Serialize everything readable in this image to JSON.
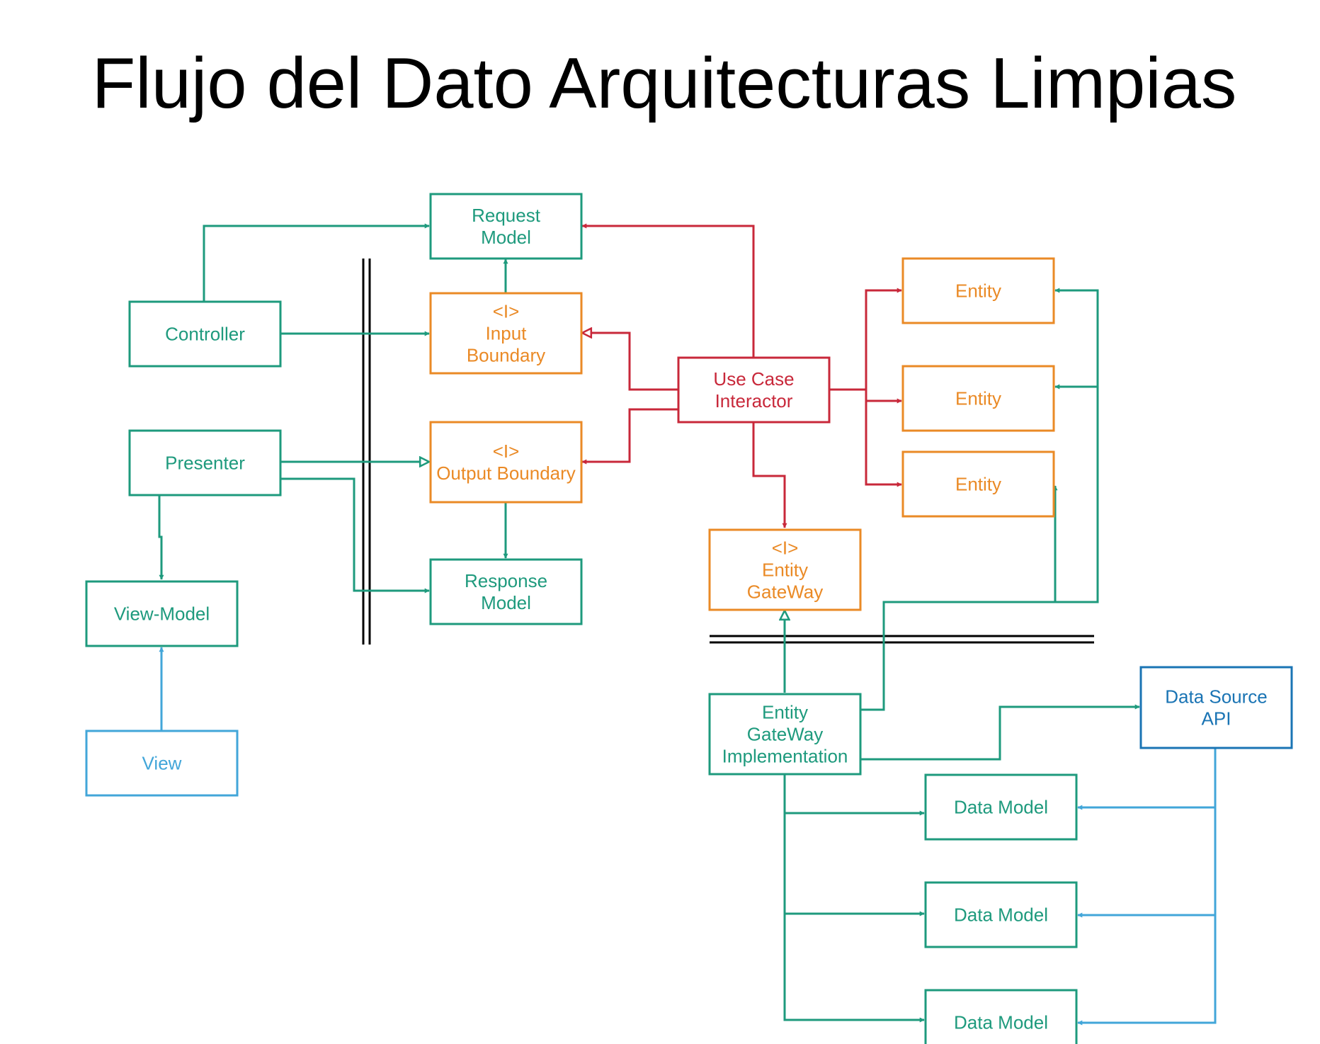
{
  "title": "Flujo del Dato Arquitecturas Limpias",
  "colors": {
    "green": "#1e9a7d",
    "orange": "#ea8a26",
    "red": "#c8283a",
    "lightblue": "#42a6d9",
    "darkblue": "#1a74b4",
    "black": "#000000"
  },
  "nodes": {
    "request_model": [
      "Request",
      "Model"
    ],
    "controller": [
      "Controller"
    ],
    "input_boundary": [
      "<I>",
      "Input",
      "Boundary"
    ],
    "presenter": [
      "Presenter"
    ],
    "output_boundary": [
      "<I>",
      "Output Boundary"
    ],
    "view_model": [
      "View-Model"
    ],
    "response_model": [
      "Response",
      "Model"
    ],
    "view": [
      "View"
    ],
    "use_case_interactor": [
      "Use Case",
      "Interactor"
    ],
    "entity_1": [
      "Entity"
    ],
    "entity_2": [
      "Entity"
    ],
    "entity_3": [
      "Entity"
    ],
    "entity_gateway": [
      "<I>",
      "Entity",
      "GateWay"
    ],
    "entity_gateway_impl": [
      "Entity",
      "GateWay",
      "Implementation"
    ],
    "data_source_api": [
      "Data Source",
      "API"
    ],
    "data_model_1": [
      "Data Model"
    ],
    "data_model_2": [
      "Data Model"
    ],
    "data_model_3": [
      "Data Model"
    ]
  }
}
